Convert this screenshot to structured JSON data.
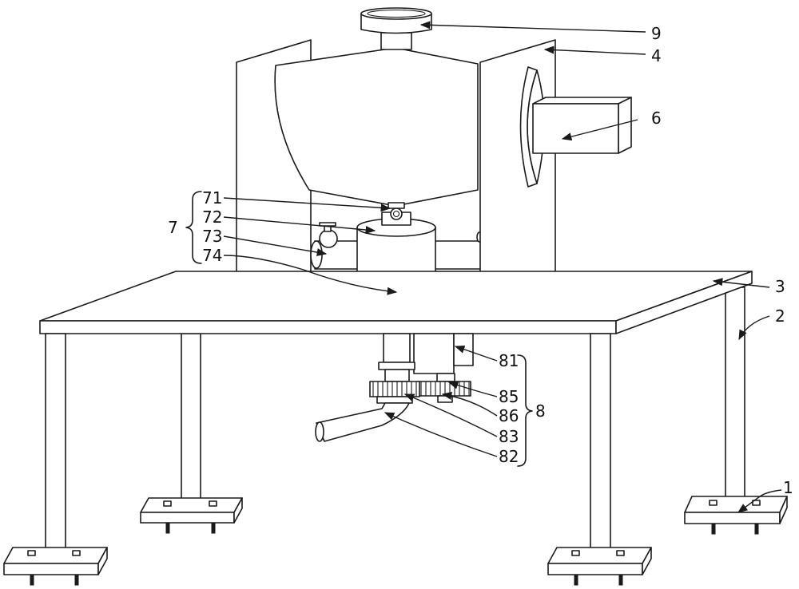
{
  "figure": {
    "callouts": {
      "c1": "1",
      "c2": "2",
      "c3": "3",
      "c4": "4",
      "c6": "6",
      "c9": "9",
      "c7": "7",
      "c71": "71",
      "c72": "72",
      "c73": "73",
      "c74": "74",
      "c8": "8",
      "c81": "81",
      "c82": "82",
      "c83": "83",
      "c85": "85",
      "c86": "86"
    }
  }
}
